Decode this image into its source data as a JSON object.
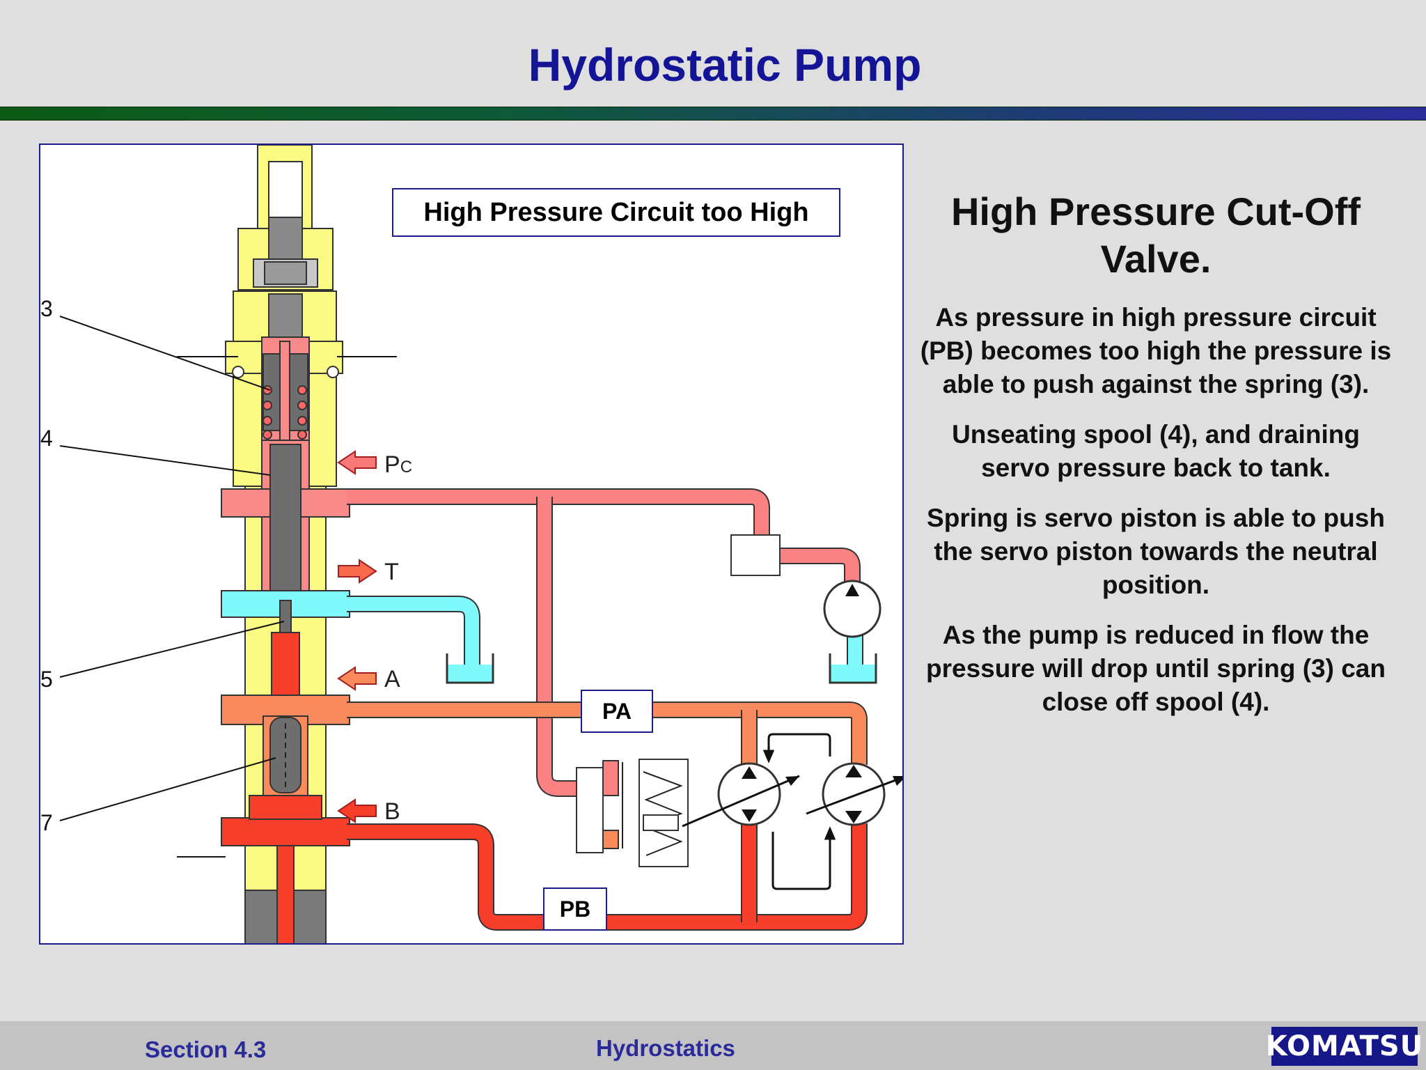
{
  "slide": {
    "title": "Hydrostatic Pump"
  },
  "diagram": {
    "caption": "High Pressure Circuit too High",
    "callouts": [
      "3",
      "4",
      "5",
      "7"
    ],
    "port_labels": {
      "pc_main": "P",
      "pc_sub": "C",
      "t": "T",
      "a": "A",
      "b": "B"
    },
    "line_labels": {
      "pa": "PA",
      "pb": "PB"
    },
    "colors": {
      "servo_pressure": "#fb8282",
      "tank": "#7ff9fb",
      "a_side": "#f88a5c",
      "high_pressure": "#f63e2a",
      "body": "#fbfb84",
      "spool": "#6e6e6e"
    }
  },
  "panel": {
    "heading": "High Pressure Cut-Off Valve.",
    "paragraphs": [
      "As pressure in high pressure circuit (PB) becomes too high the pressure is able to push against the spring (3).",
      "Unseating spool (4), and draining servo pressure back to tank.",
      "Spring is servo piston is able to push the servo piston towards the neutral position.",
      "As the pump is reduced in flow the pressure will drop until spring (3) can close off spool (4)."
    ]
  },
  "footer": {
    "section": "Section 4.3",
    "topic": "Hydrostatics",
    "logo": "KOMATSU"
  }
}
